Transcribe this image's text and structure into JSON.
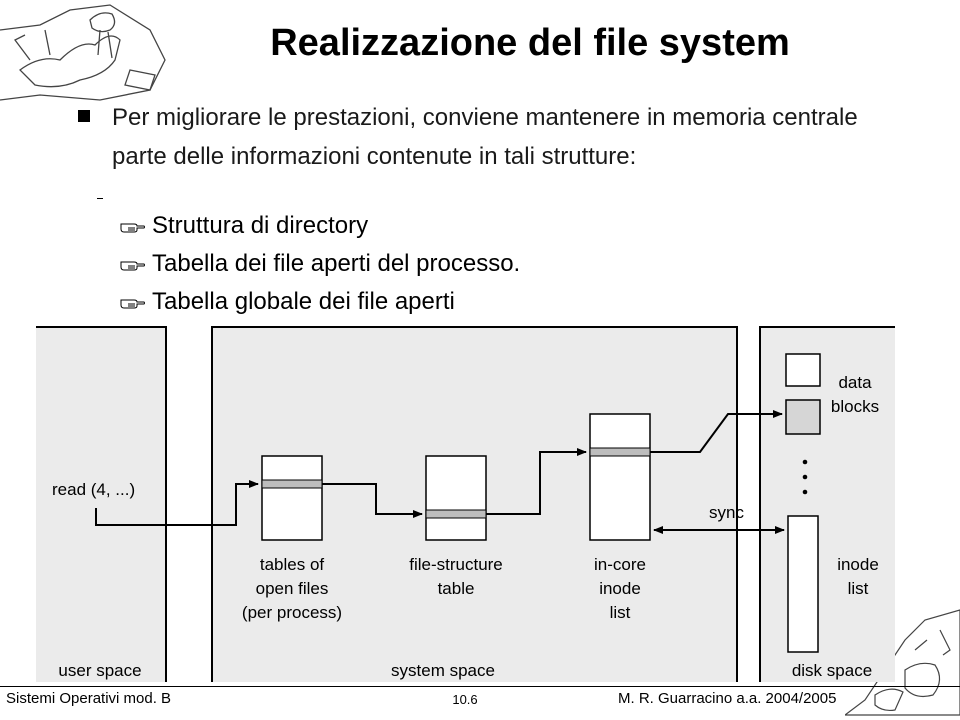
{
  "slide": {
    "title": "Realizzazione del file system",
    "bullet_text": "Per migliorare le prestazioni, conviene mantenere in memoria centrale parte delle informazioni contenute in tali strutture:",
    "sub_items": [
      {
        "text": "Struttura di directory",
        "icon": "pointing-hand-icon"
      },
      {
        "text": "Tabella dei file aperti del processo.",
        "icon": "pointing-hand-icon"
      },
      {
        "text": "Tabella globale dei file aperti",
        "icon": "pointing-hand-icon"
      }
    ]
  },
  "diagram": {
    "read_call": "read (4, ...)",
    "sync_label": "sync",
    "data_blocks": [
      "data",
      "blocks"
    ],
    "tables_of_open_files": [
      "tables of",
      "open files",
      "(per process)"
    ],
    "file_structure_table": [
      "file-structure",
      "table"
    ],
    "in_core_inode_list": [
      "in-core",
      "inode",
      "list"
    ],
    "inode_list": [
      "inode",
      "list"
    ],
    "user_space": "user space",
    "system_space": "system space",
    "disk_space": "disk space"
  },
  "footer": {
    "left": "Sistemi Operativi mod. B",
    "center": "10.6",
    "right": "M. R. Guarracino a.a. 2004/2005"
  }
}
